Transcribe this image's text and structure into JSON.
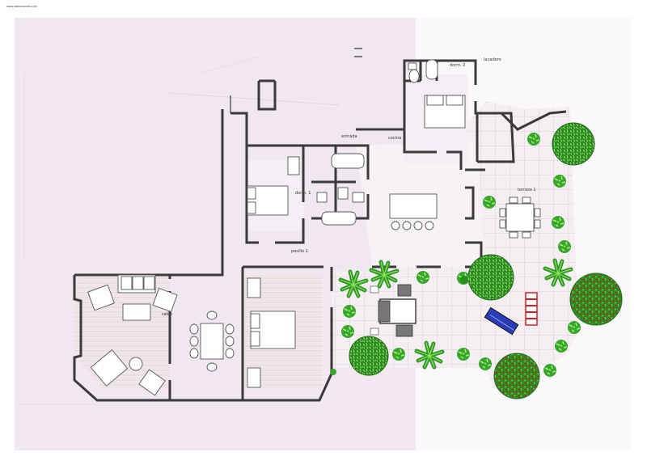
{
  "watermark": "www.spainhomes.com",
  "colors": {
    "floor_left": "#f3e9f2",
    "floor_right": "#faf7fa",
    "wood_floor": "#f1e8ea",
    "terrace_tile": "#f4eef3",
    "wall": "#3a3a3a",
    "plant_green": "#2c8a22",
    "plant_light": "#6fd14a",
    "flower_red": "#d0202a",
    "lounger_blue": "#2a3db8",
    "deckchair_red": "#c8242a"
  },
  "rooms": {
    "bedroom_1": "dorm. 1",
    "bedroom_2": "dorm. 2",
    "living": "salón",
    "passage": "pasillo 1",
    "laundry": "lavadero",
    "terrace": "terraza 1",
    "kitchen": "cocina",
    "entrance": "entrada"
  }
}
